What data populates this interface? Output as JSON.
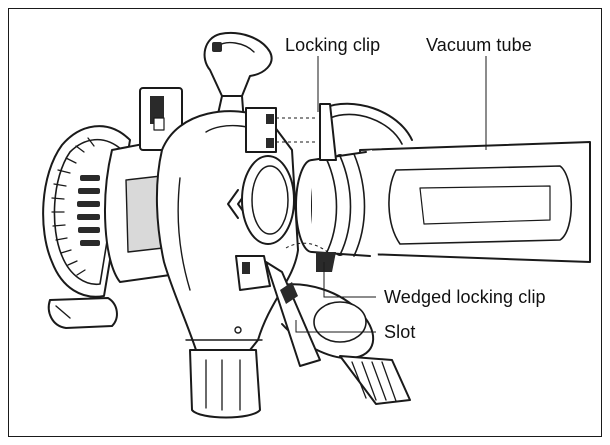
{
  "callouts": {
    "locking_clip": "Locking clip",
    "vacuum_tube": "Vacuum tube",
    "wedged_locking_clip": "Wedged locking clip",
    "slot": "Slot"
  },
  "colors": {
    "line": "#1a1a1a",
    "fill": "#ffffff",
    "shade": "#d9d9d9",
    "dark": "#2a2a2a"
  }
}
